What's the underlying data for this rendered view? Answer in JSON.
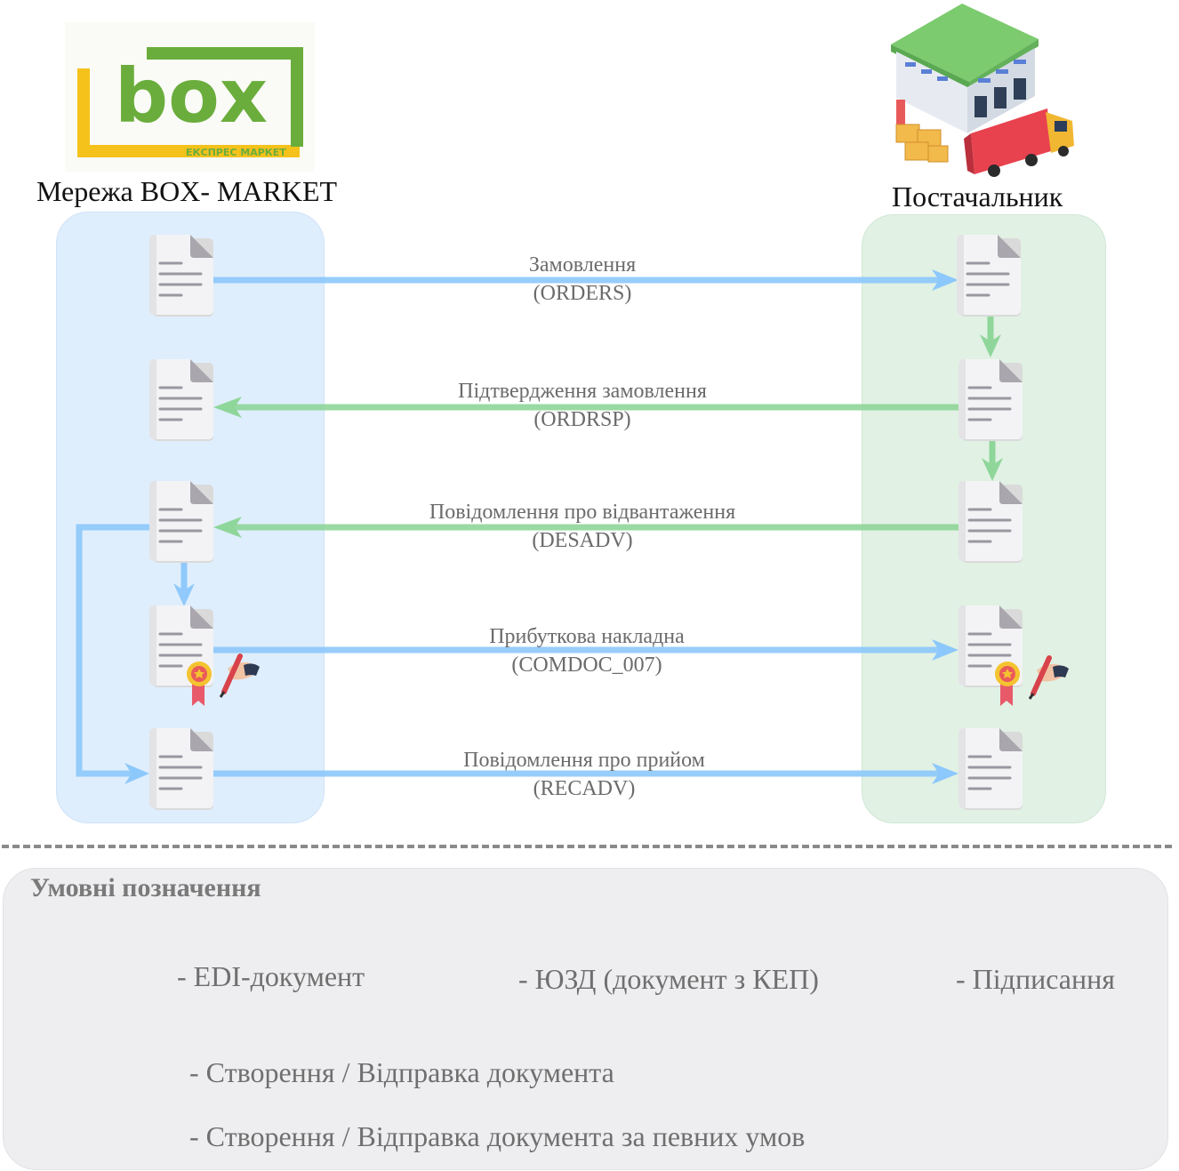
{
  "logo": {
    "brand_text": "box",
    "tagline": "ЕКСПРЕС МАРКЕТ",
    "green": "#6aad3c",
    "yellow": "#f5c21b"
  },
  "parties": {
    "left_title": "Мережа BOX- MARKET",
    "right_title": "Постачальник"
  },
  "flows": [
    {
      "name": "Замовлення",
      "code": "(ORDERS)",
      "direction": "left-to-right",
      "color": "#8cc8fb"
    },
    {
      "name": "Підтвердження замовлення",
      "code": "(ORDRSP)",
      "direction": "right-to-left",
      "color": "#8fd69a"
    },
    {
      "name": "Повідомлення про відвантаження",
      "code": "(DESADV)",
      "direction": "right-to-left",
      "color": "#8fd69a"
    },
    {
      "name": "Прибуткова накладна",
      "code": "(COMDOC_007)",
      "direction": "left-to-right",
      "color": "#8cc8fb"
    },
    {
      "name": "Повідомлення про прийом",
      "code": "(RECADV)",
      "direction": "left-to-right",
      "color": "#8cc8fb"
    }
  ],
  "legend": {
    "title": "Умовні позначення",
    "edi": "-  EDI-документ",
    "yuzd": "-  ЮЗД (документ з КЕП)",
    "signing": "-  Підписання",
    "solid": "-  Створення / Відправка документа",
    "dotted": "-  Створення / Відправка документа за певних умов"
  },
  "colors": {
    "blue_lane": "#dfeefd",
    "green_lane": "#e1f1e4",
    "blue_arrow": "#8cc8fb",
    "green_arrow": "#8fd69a",
    "legend_arrow": "#8e9ca8"
  }
}
